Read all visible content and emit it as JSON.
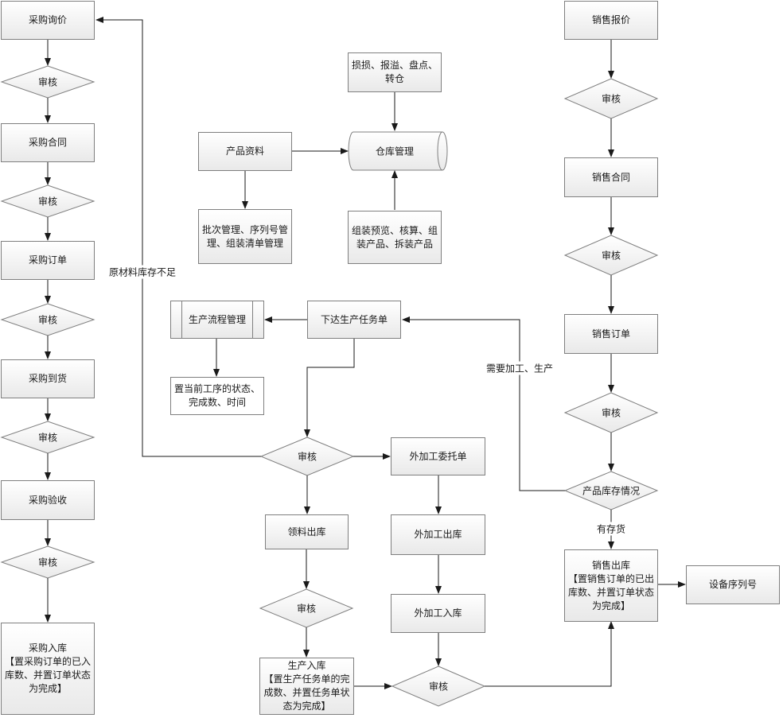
{
  "purchase": {
    "inquiry": "采购询价",
    "review1": "审核",
    "contract": "采购合同",
    "review2": "审核",
    "order": "采购订单",
    "review3": "审核",
    "arrival": "采购到货",
    "review4": "审核",
    "acceptance": "采购验收",
    "review5": "审核",
    "stock_in": "采购入库\n【置采购订单的已入库数、并置订单状态为完成】"
  },
  "warehouse": {
    "product_info": "产品资料",
    "warehouse_mgmt": "仓库管理",
    "losses": "损损、报溢、盘点、转仓",
    "batch_mgmt": "批次管理、序列号管理、组装清单管理",
    "assembly": "组装预览、核算、组装产品、拆装产品"
  },
  "production": {
    "issue_task": "下达生产任务单",
    "process_mgmt": "生产流程管理",
    "set_status": "置当前工序的状态、完成数、时间",
    "review": "审核",
    "material_out": "领料出库",
    "review_material": "审核",
    "prod_in": "生产入库\n【置生产任务单的完成数、并置任务单状态为完成】",
    "outsource_order": "外加工委托单",
    "outsource_out": "外加工出库",
    "outsource_in": "外加工入库",
    "review_final": "审核"
  },
  "sales": {
    "quote": "销售报价",
    "review1": "审核",
    "contract": "销售合同",
    "review2": "审核",
    "order": "销售订单",
    "review3": "审核",
    "inventory": "产品库存情况",
    "stock_out": "销售出库\n【置销售订单的已出库数、并置订单状态为完成】",
    "serial": "设备序列号"
  },
  "edge_labels": {
    "insufficient": "原材料库存不足",
    "need_processing": "需要加工、生产",
    "in_stock": "有存货"
  }
}
